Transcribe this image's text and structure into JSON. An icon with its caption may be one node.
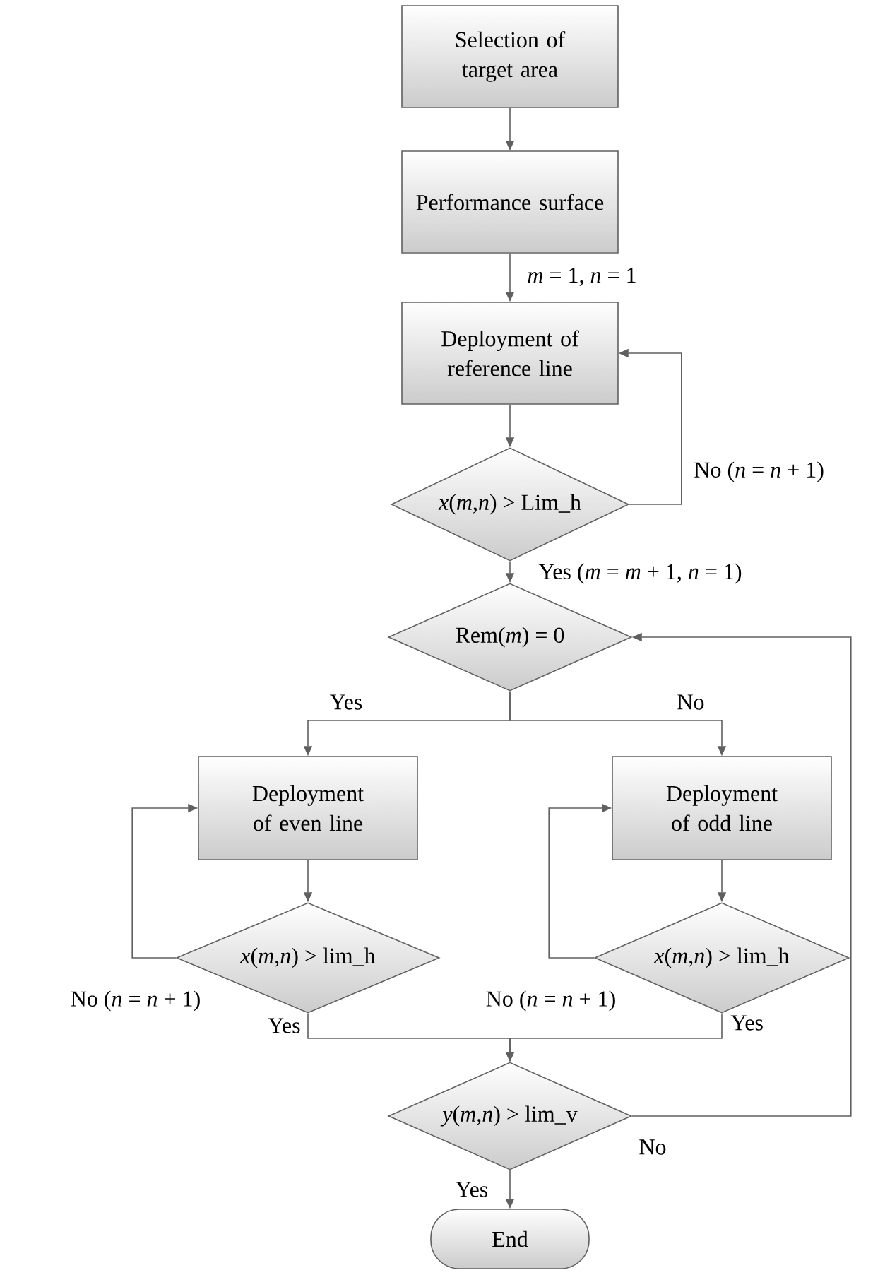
{
  "diagram": {
    "nodes": [
      {
        "text": [
          "Selection of target area"
        ]
      },
      {
        "text": [
          "Performance surface"
        ]
      },
      {
        "text": [
          "Deployment of reference line"
        ]
      },
      {
        "text": [
          "*x*(*m*,*n*) > Lim_h"
        ]
      },
      {
        "text": [
          "Rem(*m*) = 0"
        ]
      },
      {
        "text": [
          "Deployment of even line"
        ]
      },
      {
        "text": [
          "Deployment of odd line"
        ]
      },
      {
        "text": [
          "*x*(*m*,*n*) > lim_h"
        ]
      },
      {
        "text": [
          "*x*(*m*,*n*) > lim_h"
        ]
      },
      {
        "text": [
          "*y*(*m*,*n*) > lim_v"
        ]
      },
      {
        "text": [
          "End"
        ]
      }
    ],
    "edges": [
      {
        "from": 0,
        "to": 1,
        "arrow": "to"
      },
      {
        "from": 1,
        "to": 2,
        "arrow": "to",
        "label": "*m* = 1, *n* = 1"
      },
      {
        "from": 2,
        "to": 3,
        "arrow": "to"
      },
      {
        "from": 3,
        "to": 2,
        "arrow": "to",
        "label": "No (*n* = *n* + 1)"
      },
      {
        "from": 3,
        "to": 4,
        "arrow": "to",
        "label": "Yes (*m* = *m* + 1, *n* = 1)"
      },
      {
        "from": 4,
        "to": 5,
        "arrow": "to",
        "label": "Yes"
      },
      {
        "from": 4,
        "to": 6,
        "arrow": "to",
        "label": "No"
      },
      {
        "from": 5,
        "to": 7,
        "arrow": "to"
      },
      {
        "from": 6,
        "to": 8,
        "arrow": "to"
      },
      {
        "from": 7,
        "to": 5,
        "arrow": "to",
        "label": "No (*n* = *n* + 1)"
      },
      {
        "from": 8,
        "to": 6,
        "arrow": "to",
        "label": "No (*n* = *n* + 1)"
      },
      {
        "from": 7,
        "to": 9,
        "arrow": "to",
        "label": "Yes"
      },
      {
        "from": 8,
        "to": 9,
        "arrow": "to",
        "label": "Yes"
      },
      {
        "from": 9,
        "to": 4,
        "arrow": "to",
        "label": "No"
      },
      {
        "from": 9,
        "to": 10,
        "arrow": "to",
        "label": "Yes"
      }
    ]
  }
}
